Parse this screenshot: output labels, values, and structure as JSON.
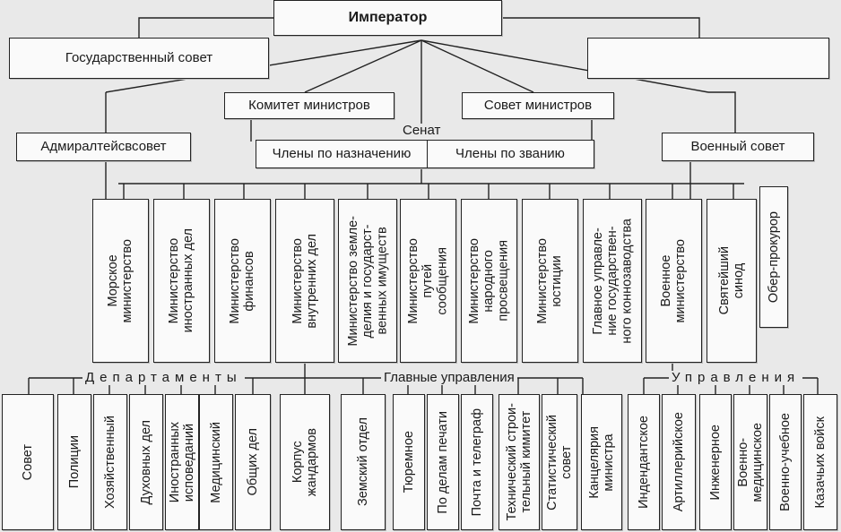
{
  "top": {
    "emperor": "Император",
    "state_council": "Государственный совет",
    "committee": "Комитет министров",
    "council_ministers": "Совет министров",
    "senate": "Сенат",
    "senate_appointed": "Члены по назначению",
    "senate_rank": "Члены по званию",
    "admiralty": "Адмиралтейсвсовет",
    "military_council": "Военный совет"
  },
  "ministries": [
    "Морское\nминистерство",
    "Министерство\nиностранных дел",
    "Министерство\nфинансов",
    "Министерство\nвнутренних дел",
    "Министерство земле-\nделия и государст-\nвенных имуществ",
    "Министерство\nпутей\nсообщения",
    "Министерство\nнародного\nпросвещения",
    "Министерство\nюстиции",
    "Главное управле-\nние государствен-\nного коннозаводства",
    "Военное\nминистерство",
    "Святейший\nсинод",
    "Обер-прокурор"
  ],
  "group_labels": {
    "departments": "Департаменты",
    "main_directorates": "Главные управления",
    "directorates": "Управления"
  },
  "bottom": [
    "Совет",
    "Полиции",
    "Хозяйственный",
    "Духовных дел",
    "Иностранных\nисповеданий",
    "Медицинский",
    "Общих дел",
    "Корпус\nжандармов",
    "Земский отдел",
    "Тюремное",
    "По делам печати",
    "Почта и телеграф",
    "Технический строи-\nтельный кимитет",
    "Статистический\nсовет",
    "Канцелярия\nминистра",
    "Индендантское",
    "Артиллерийское",
    "Инженерное",
    "Военно-\nмедицинское",
    "Военно-учебное",
    "Казачьих войск"
  ]
}
